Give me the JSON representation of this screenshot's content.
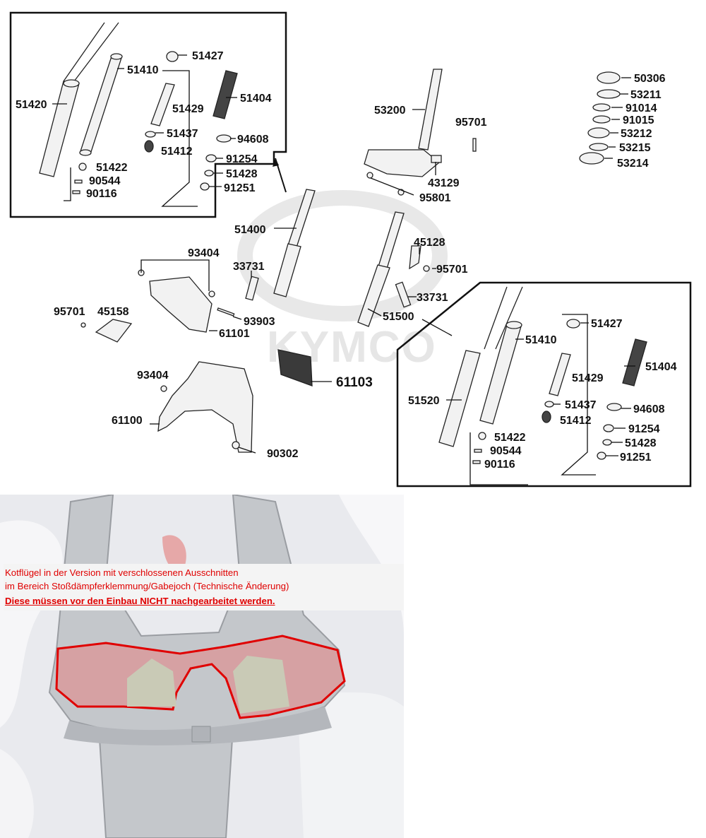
{
  "watermark": "KYMCO",
  "labels": {
    "p51420": "51420",
    "p51410a": "51410",
    "p51427a": "51427",
    "p51404a": "51404",
    "p51429a": "51429",
    "p51437a": "51437",
    "p94608a": "94608",
    "p51412a": "51412",
    "p91254a": "91254",
    "p51422a": "51422",
    "p51428a": "51428",
    "p90544a": "90544",
    "p91251a": "91251",
    "p90116a": "90116",
    "p53200": "53200",
    "p95701a": "95701",
    "p43129": "43129",
    "p95801": "95801",
    "p50306": "50306",
    "p53211": "53211",
    "p91014": "91014",
    "p91015": "91015",
    "p53212": "53212",
    "p53215": "53215",
    "p53214": "53214",
    "p51400": "51400",
    "p93404a": "93404",
    "p33731a": "33731",
    "p45128": "45128",
    "p95701b": "95701",
    "p33731b": "33731",
    "p95701c": "95701",
    "p45158": "45158",
    "p93903": "93903",
    "p51500": "51500",
    "p61101": "61101",
    "p61103": "61103",
    "p93404b": "93404",
    "p61100": "61100",
    "p90302": "90302",
    "p51410b": "51410",
    "p51427b": "51427",
    "p51520": "51520",
    "p51429b": "51429",
    "p51404b": "51404",
    "p51437b": "51437",
    "p94608b": "94608",
    "p51412b": "51412",
    "p91254b": "91254",
    "p51422b": "51422",
    "p51428b": "51428",
    "p90544b": "90544",
    "p91251b": "91251",
    "p90116b": "90116"
  },
  "note": {
    "line1": "Kotflügel in der Version mit verschlossenen Ausschnitten",
    "line2": "im Bereich Stoßdämpferklemmung/Gabejoch (Technische Änderung)",
    "line3": "Diese müssen vor den Einbau NICHT nachgearbeitet werden."
  },
  "colors": {
    "highlight": "#e00000",
    "fender": "#c4c7cb",
    "background": "#ffffff"
  }
}
